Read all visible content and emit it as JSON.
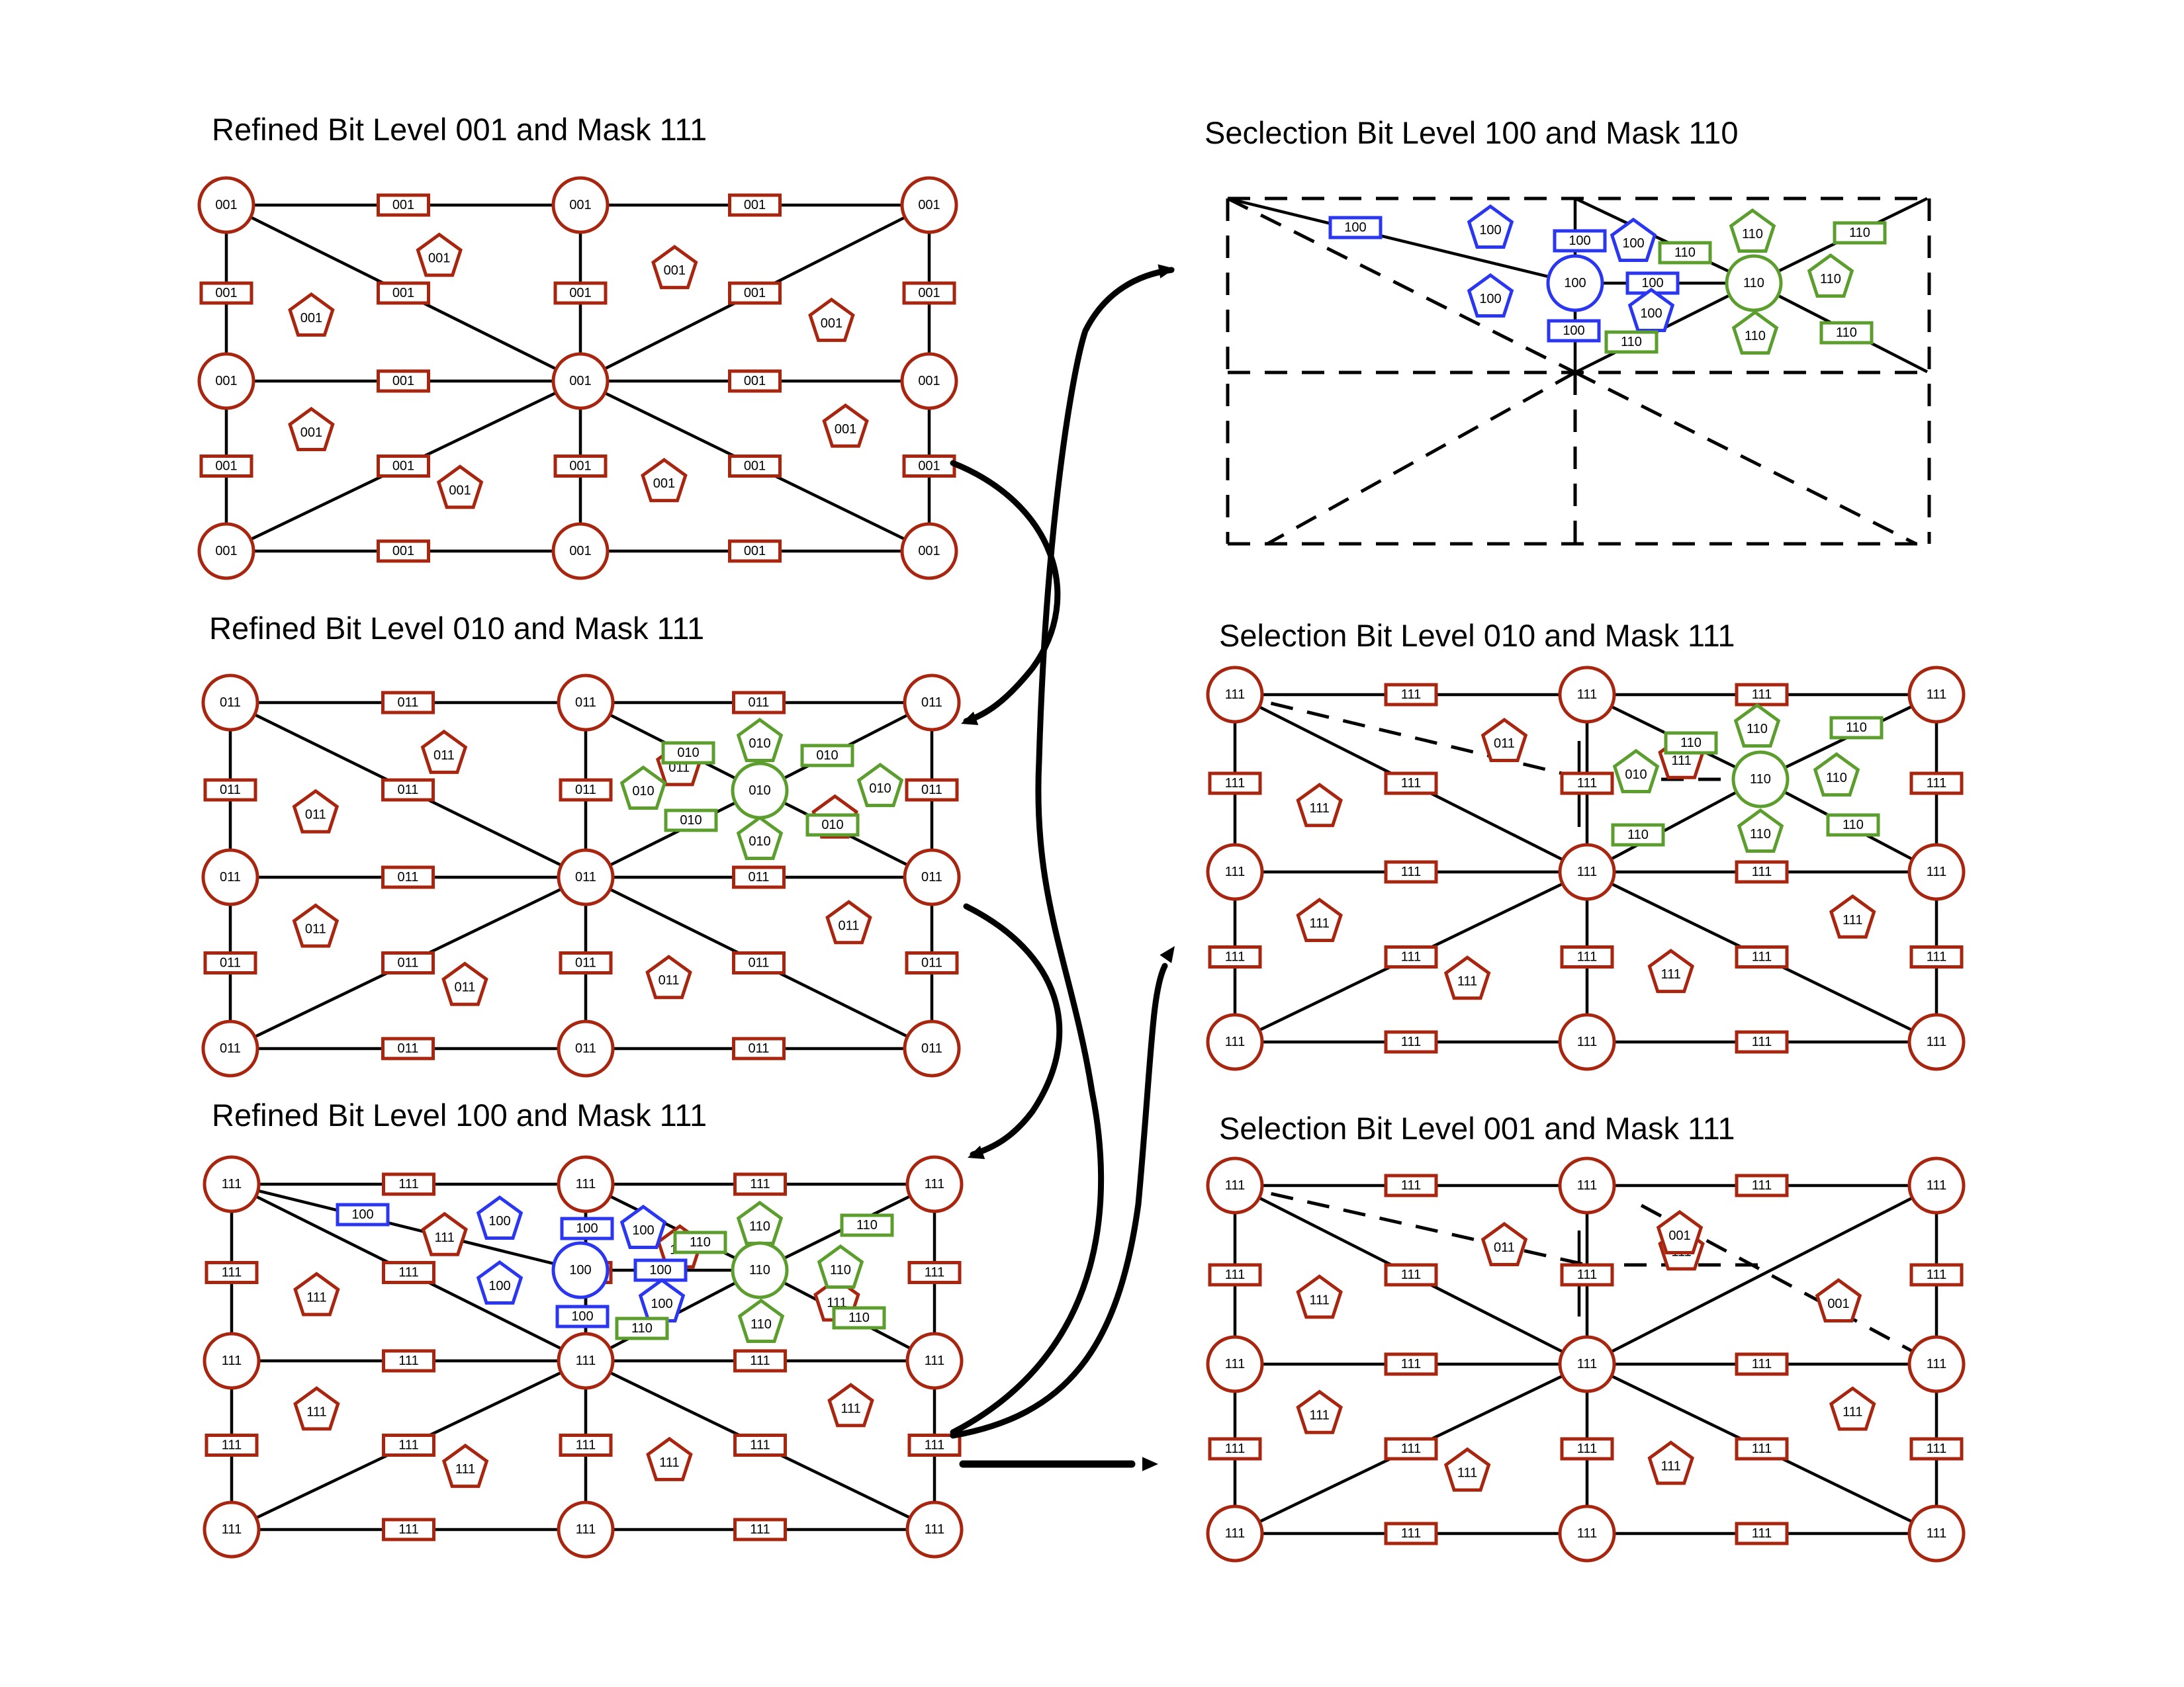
{
  "colors": {
    "red": "#a8260f",
    "green": "#5c9e2e",
    "blue": "#2a36f0",
    "black": "#000000"
  },
  "panels": [
    {
      "id": "refined-001",
      "title": "Refined Bit Level 001 and Mask 111",
      "base_label": "001",
      "overlay": "none"
    },
    {
      "id": "refined-010",
      "title": "Refined Bit Level 010 and Mask 111",
      "base_label": "011",
      "overlay": "green",
      "overlay_label": "010"
    },
    {
      "id": "refined-100",
      "title": "Refined Bit Level 100 and Mask 111",
      "base_label": "111",
      "overlay": "blue-green",
      "overlay_blue_label": "100",
      "overlay_green_label": "110"
    },
    {
      "id": "selection-100",
      "title": "Seclection Bit Level 100 and Mask 110",
      "overlay_blue_label": "100",
      "overlay_green_label": "110"
    },
    {
      "id": "selection-010",
      "title": "Selection Bit Level 010 and Mask 111",
      "base_label": "111",
      "overlay_green_label": "110",
      "extra_red_pentagon": "011",
      "extra_green_pentagon": "010"
    },
    {
      "id": "selection-001",
      "title": "Selection Bit Level 001 and Mask 111",
      "base_label": "111",
      "extra_red_pentagons": [
        "011",
        "001",
        "001"
      ]
    }
  ],
  "arrows": [
    {
      "from": "refined-001",
      "to": "refined-010"
    },
    {
      "from": "refined-010",
      "to": "refined-100"
    },
    {
      "from": "refined-100",
      "to": "selection-100"
    },
    {
      "from": "refined-100",
      "to": "selection-010"
    },
    {
      "from": "refined-100",
      "to": "selection-001"
    }
  ]
}
